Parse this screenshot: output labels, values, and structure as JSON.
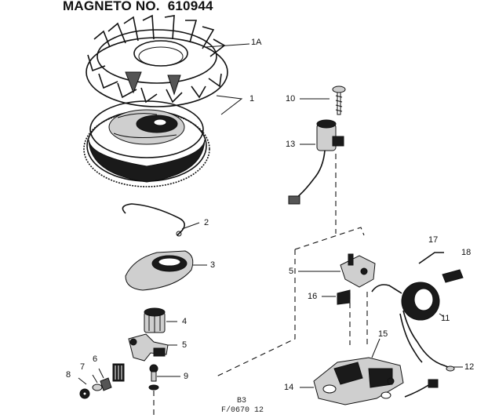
{
  "title": {
    "label": "MAGNETO NO.",
    "number": "610944"
  },
  "callouts": {
    "c1a": "1A",
    "c1": "1",
    "c2": "2",
    "c3": "3",
    "c4": "4",
    "c5": "5",
    "c6": "6",
    "c7": "7",
    "c8": "8",
    "c9": "9",
    "c10": "10",
    "c11": "11",
    "c12": "12",
    "c13": "13",
    "c14": "14",
    "c15": "15",
    "c16": "16",
    "c17": "17",
    "c18": "18",
    "c5b": "5"
  },
  "footer": {
    "line1": "B3",
    "line2": "F/0670 12"
  }
}
